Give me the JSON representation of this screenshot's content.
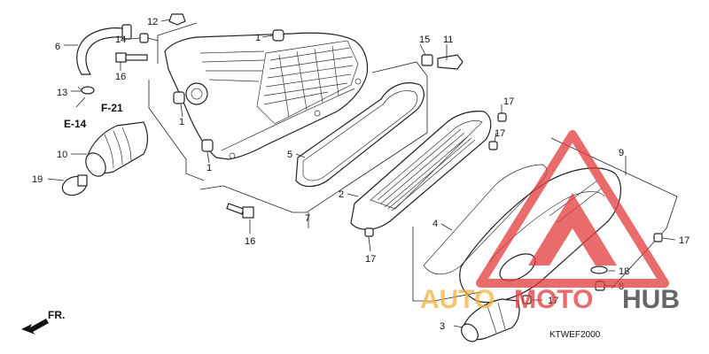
{
  "callouts": {
    "p1a": "1",
    "p1b": "1",
    "p1c": "1",
    "p2": "2",
    "p3": "3",
    "p4": "4",
    "p5": "5",
    "p6": "6",
    "p7": "7",
    "p8": "8",
    "p9": "9",
    "p10": "10",
    "p11": "11",
    "p12": "12",
    "p13": "13",
    "p14": "14",
    "p15": "15",
    "p16a": "16",
    "p16b": "16",
    "p17a": "17",
    "p17b": "17",
    "p17c": "17",
    "p17d": "17",
    "p17e": "17",
    "p18": "18",
    "p19": "19"
  },
  "refs": {
    "f21": "F-21",
    "e14": "E-14"
  },
  "front": "FR.",
  "diagram_code": "KTWEF2000",
  "watermark": {
    "text_auto": "AUTO",
    "text_moto": "MOTO",
    "text_hub": "HUB",
    "color_red": "#e23a3a",
    "color_orange": "#f2b23c",
    "color_dark": "#333333"
  }
}
